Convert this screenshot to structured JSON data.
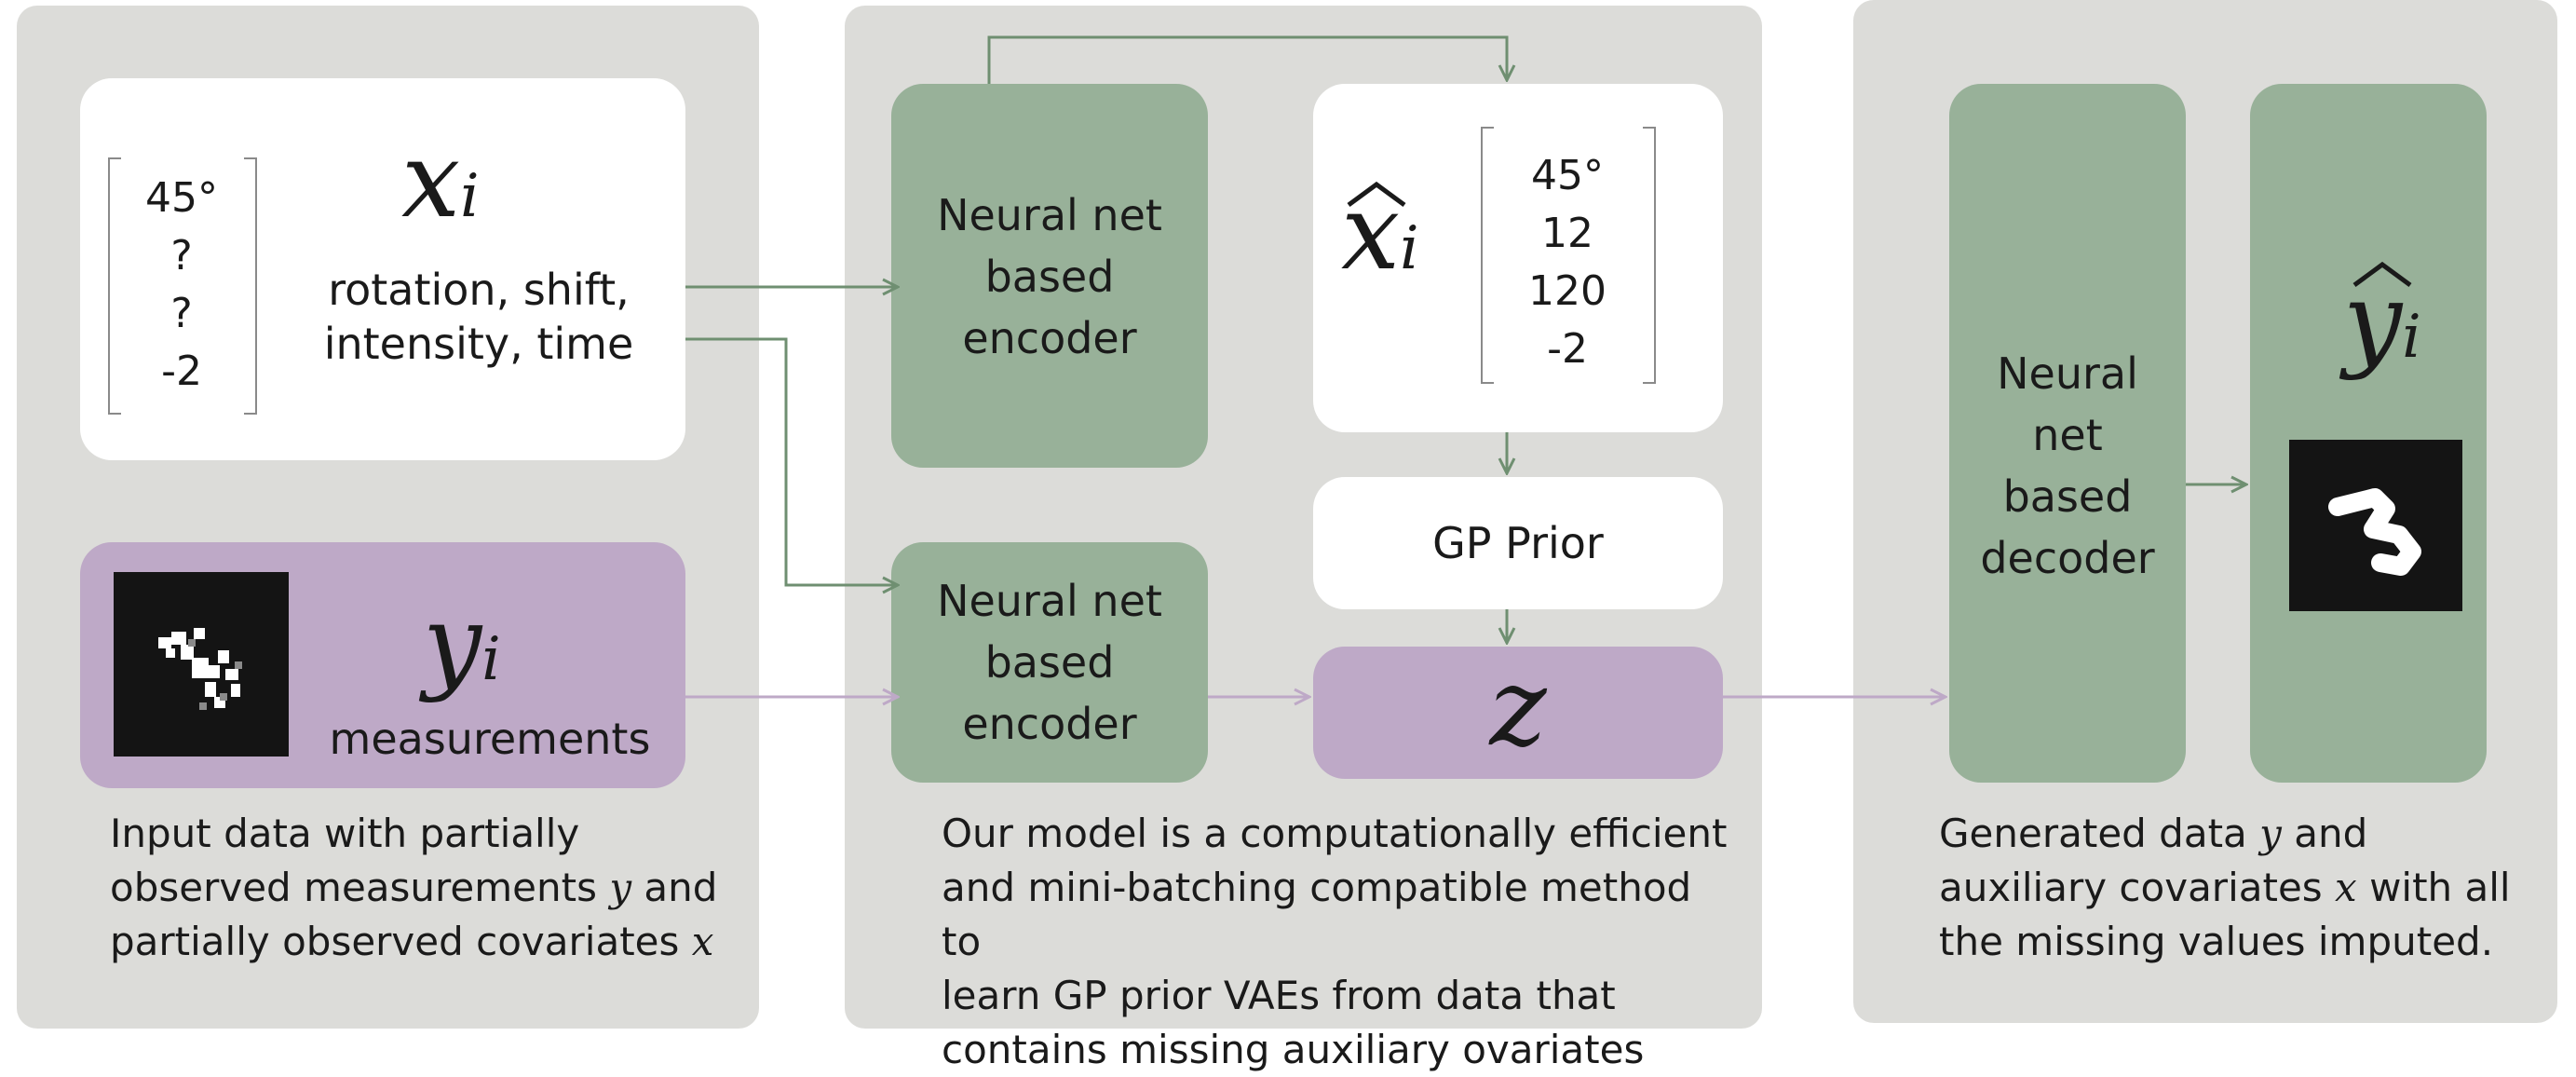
{
  "left": {
    "covariate_values": [
      "45°",
      "?",
      "?",
      "-2"
    ],
    "x_symbol": "x",
    "x_sub": "i",
    "x_desc_line1": "rotation, shift,",
    "x_desc_line2": "intensity, time",
    "y_symbol": "y",
    "y_sub": "i",
    "y_desc": "measurements",
    "caption_line1": "Input data with partially",
    "caption_line2_pre": "observed measurements ",
    "caption_line2_var": "y",
    "caption_line2_post": " and",
    "caption_line3_pre": "partially observed covariates ",
    "caption_line3_var": "x"
  },
  "middle": {
    "encoder_top": [
      "Neural net",
      "based",
      "encoder"
    ],
    "encoder_bottom": [
      "Neural net",
      "based",
      "encoder"
    ],
    "xhat_symbol": "x",
    "xhat_sub": "i",
    "xhat_values": [
      "45°",
      "12",
      "120",
      "-2"
    ],
    "gp_prior": "GP Prior",
    "z_symbol": "z",
    "caption": [
      "Our model is a computationally efficient",
      "and mini-batching compatible method to",
      "learn GP prior VAEs from data that",
      "contains missing auxiliary ovariates"
    ]
  },
  "right": {
    "decoder": [
      "Neural",
      "net",
      "based",
      "decoder"
    ],
    "yhat_symbol": "y",
    "yhat_sub": "i",
    "caption_line1_pre": "Generated data ",
    "caption_line1_var": "y",
    "caption_line1_post": " and",
    "caption_line2_pre": "auxiliary covariates ",
    "caption_line2_var": "x",
    "caption_line2_post": " with all",
    "caption_line3": "the missing values imputed."
  },
  "colors": {
    "panel": "#dcdcd9",
    "green_box": "#98b199",
    "purple_box": "#bea9c7",
    "green_arrow": "#6f8f71",
    "purple_arrow": "#bea9c7"
  }
}
